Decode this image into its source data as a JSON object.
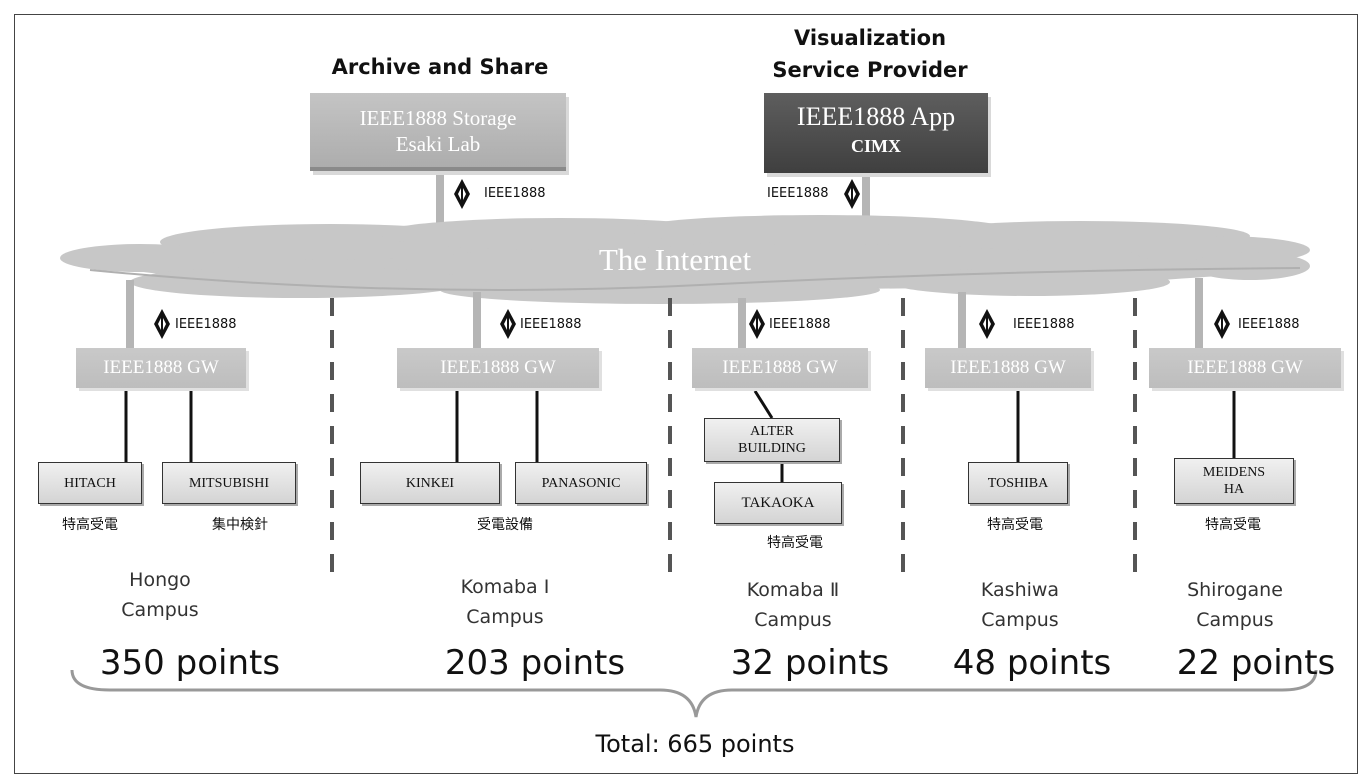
{
  "headings": {
    "archive": "Archive and Share",
    "visualization": "Visualization\nService Provider"
  },
  "storage": {
    "line1": "IEEE1888 Storage",
    "line2": "Esaki Lab"
  },
  "app": {
    "line1": "IEEE1888 App",
    "line2": "CIMX"
  },
  "cloud_label": "The Internet",
  "protocol_label": "IEEE1888",
  "gateway_label": "IEEE1888 GW",
  "campuses": [
    {
      "name": "Hongo\nCampus",
      "points": "350 points",
      "vendors": [
        "HITACH",
        "MITSUBISHI"
      ],
      "notes": [
        "特高受電",
        "集中検針"
      ]
    },
    {
      "name": "Komaba Ⅰ\nCampus",
      "points": "203 points",
      "vendors": [
        "KINKEI",
        "PANASONIC"
      ],
      "notes": [
        "受電設備"
      ]
    },
    {
      "name": "Komaba Ⅱ\nCampus",
      "points": "32 points",
      "vendors": [
        "ALTER BUILDING",
        "TAKAOKA"
      ],
      "notes": [
        "特高受電"
      ]
    },
    {
      "name": "Kashiwa\nCampus",
      "points": "48 points",
      "vendors": [
        "TOSHIBA"
      ],
      "notes": [
        "特高受電"
      ]
    },
    {
      "name": "Shirogane\nCampus",
      "points": "22 points",
      "vendors": [
        "MEIDENSHA"
      ],
      "notes": [
        "特高受電"
      ]
    }
  ],
  "total": "Total: 665 points"
}
